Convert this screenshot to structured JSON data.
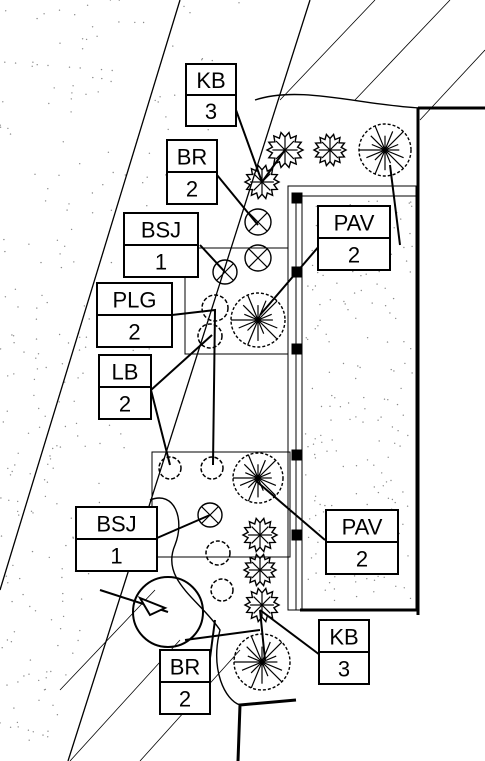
{
  "plant_tags": [
    {
      "code": "KB",
      "qty": "3"
    },
    {
      "code": "BR",
      "qty": "2"
    },
    {
      "code": "BSJ",
      "qty": "1"
    },
    {
      "code": "PLG",
      "qty": "2"
    },
    {
      "code": "LB",
      "qty": "2"
    },
    {
      "code": "PAV",
      "qty": "2"
    },
    {
      "code": "BSJ",
      "qty": "1"
    },
    {
      "code": "PAV",
      "qty": "2"
    },
    {
      "code": "KB",
      "qty": "3"
    },
    {
      "code": "BR",
      "qty": "2"
    }
  ],
  "colors": {
    "ink": "#000000",
    "stipple": "#8a8a8a",
    "paper": "#ffffff"
  }
}
